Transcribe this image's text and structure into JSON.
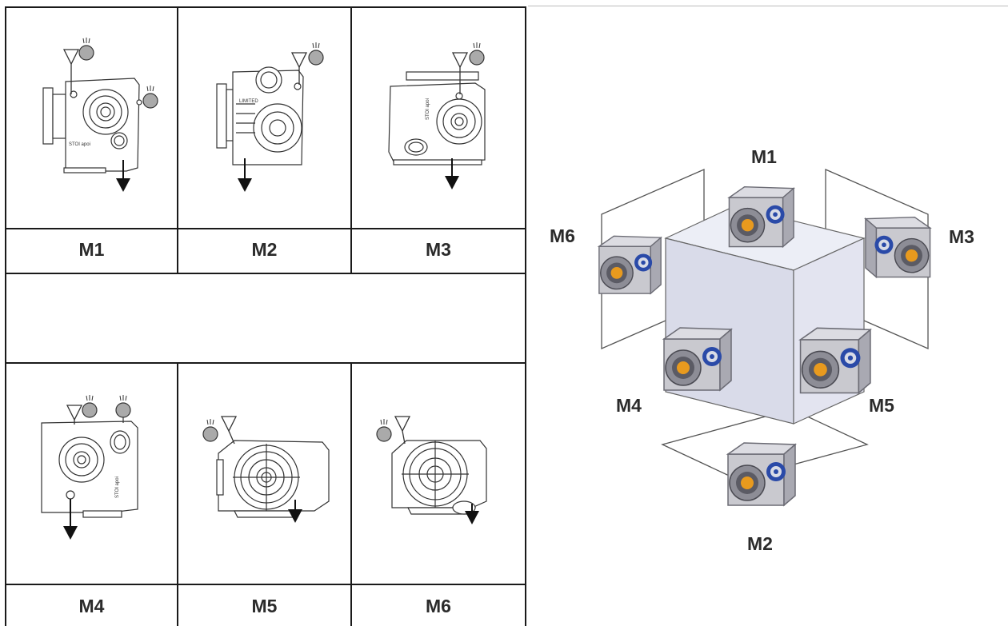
{
  "mounting_positions": {
    "grid_labels": [
      "M1",
      "M2",
      "M3",
      "M4",
      "M5",
      "M6"
    ],
    "cube_labels": {
      "top": "M1",
      "bottom": "M2",
      "right": "M3",
      "left_front": "M4",
      "right_front": "M5",
      "left": "M6"
    }
  },
  "colors": {
    "cube_front": "#d9dbe9",
    "cube_side": "#e3e4f0",
    "gear_blue": "#2a4aa8",
    "gear_orange": "#e89a1e",
    "housing": "#c9c9cf"
  }
}
